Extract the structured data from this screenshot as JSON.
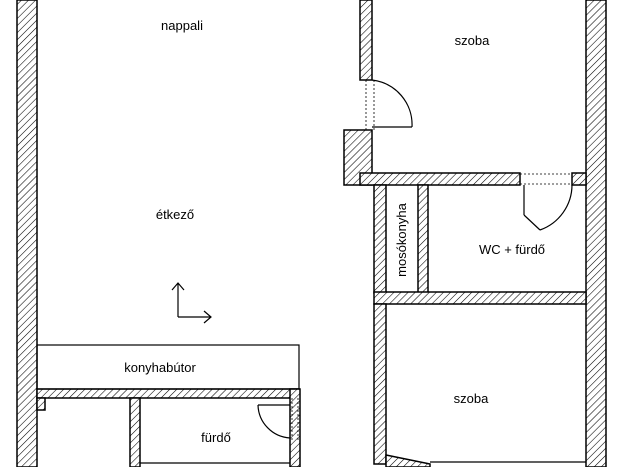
{
  "rooms": {
    "nappali": "nappali",
    "szoba_top": "szoba",
    "etkezo": "étkező",
    "wc_furdo": "WC + fürdő",
    "mosokonyha": "mosókonyha",
    "konyhabutor": "konyhabútor",
    "szoba_bottom": "szoba",
    "furdo": "fürdő"
  },
  "colors": {
    "line": "#000000",
    "background": "#ffffff"
  },
  "icons": {
    "north_arrow": "axis-arrows-icon"
  }
}
